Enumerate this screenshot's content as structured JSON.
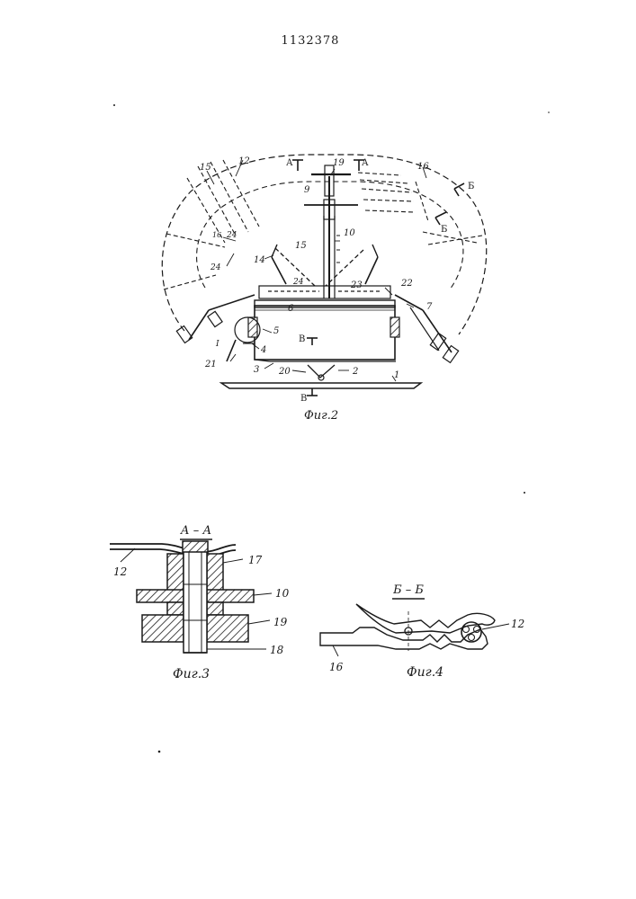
{
  "page": {
    "patent_number": "1132378",
    "ink_color": "#1a1a1a",
    "paper_color": "#ffffff"
  },
  "fig2": {
    "caption": "Фиг.2",
    "section_marks": {
      "a_left": "А",
      "a_right": "А",
      "b_top": "Б",
      "b_mid": "Б",
      "v_top": "В",
      "v_bottom": "В"
    },
    "labels": {
      "n1": "1",
      "n2": "2",
      "n3": "3",
      "n4": "4",
      "n5": "5",
      "n6": "6",
      "n7": "7",
      "n9": "9",
      "n10": "10",
      "n12": "12",
      "n14": "14",
      "n15_left": "15",
      "n15_mid": "15",
      "n16_top": "16",
      "n16_small": "16",
      "n19": "19",
      "n20": "20",
      "n21": "21",
      "n22": "22",
      "n23": "23",
      "n24_a": "24",
      "n24_b": "24",
      "n24_c": "24",
      "roman_i": "I"
    }
  },
  "fig3": {
    "section_title": "А – А",
    "caption": "Фиг.3",
    "labels": {
      "n10": "10",
      "n12": "12",
      "n17": "17",
      "n18": "18",
      "n19": "19"
    }
  },
  "fig4": {
    "section_title": "Б – Б",
    "caption": "Фиг.4",
    "labels": {
      "n12": "12",
      "n16": "16"
    }
  }
}
